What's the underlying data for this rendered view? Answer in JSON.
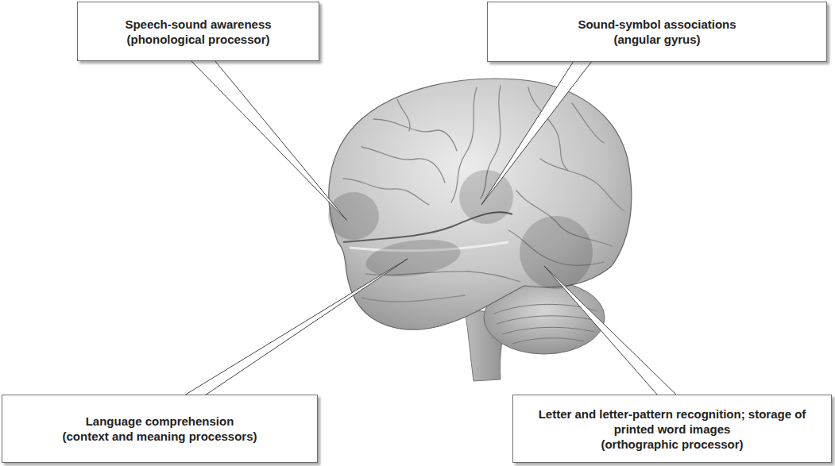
{
  "diagram": {
    "nodes": [
      {
        "text": [
          "Speech-sound awareness",
          "(phonological processor)"
        ]
      },
      {
        "text": [
          "Sound-symbol associations",
          "(angular gyrus)"
        ]
      },
      {
        "text": [
          "Language comprehension",
          "(context and meaning processors)"
        ]
      },
      {
        "text": [
          "Letter and letter-pattern recognition; storage of printed word images",
          "(orthographic processor)"
        ]
      }
    ]
  }
}
